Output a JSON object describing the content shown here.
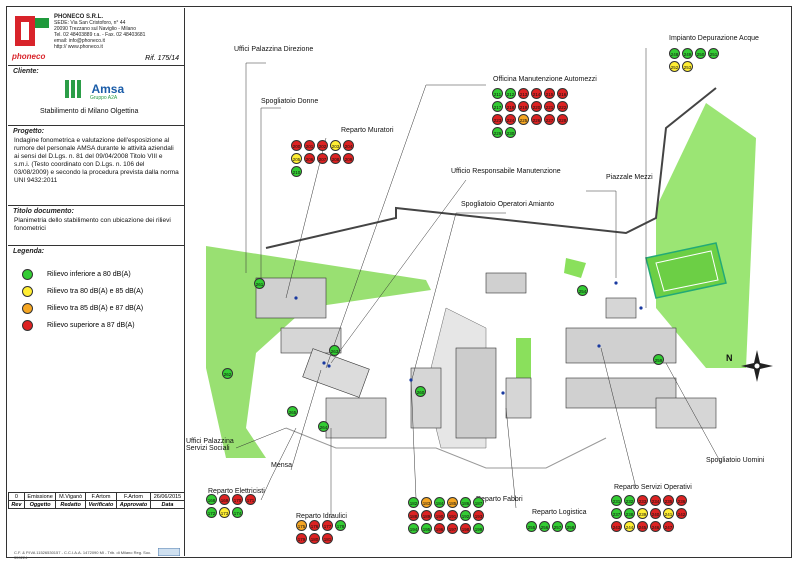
{
  "company": {
    "name": "PHONECO S.R.L.",
    "lines": [
      "SEDE: Via San Cristoforo, n° 44",
      "20090 Trezzano sul Naviglio - Milano",
      "Tel. 02 48403889 r.a. - Fax. 02 48403681",
      "email: info@phoneco.it",
      "http:// www.phoneco.it"
    ],
    "logo_text": "phoneco",
    "rif": "Rif. 175/14"
  },
  "cliente": {
    "caption": "Cliente:",
    "logo": "Amsa",
    "logo_sub": "Gruppo A2A",
    "site": "Stabilimento di Milano Olgettina"
  },
  "progetto": {
    "caption": "Progetto:",
    "text": "Indagine fonometrica e valutazione dell'esposizione al rumore del personale AMSA durante le attività aziendali ai sensi del D.Lgs. n. 81 del 09/04/2008 Titolo VIII e s.m.i. (Testo coordinato con D.Lgs. n. 106 del 03/08/2009) e secondo la procedura prevista dalla norma UNI 9432:2011"
  },
  "titolo": {
    "caption": "Titolo documento:",
    "text": "Planimetria dello stabilimento con ubicazione dei rilievi fonometrici"
  },
  "legenda": {
    "caption": "Legenda:",
    "items": [
      {
        "label": "Rilievo inferiore a 80 dB(A)",
        "color": "#33cc33"
      },
      {
        "label": "Rilievo tra 80 dB(A) e 85 dB(A)",
        "color": "#ffee33"
      },
      {
        "label": "Rilievo tra 85 dB(A) e 87 dB(A)",
        "color": "#f5a623"
      },
      {
        "label": "Rilievo superiore a 87 dB(A)",
        "color": "#dd2222"
      }
    ]
  },
  "revisions": {
    "row": [
      "0",
      "Emissione",
      "M.Viganò",
      "F.Artom",
      "F.Artom",
      "26/06/2015"
    ],
    "headers": [
      "Rev",
      "Oggetto",
      "Redatto",
      "Verificato",
      "Approvato",
      "Data"
    ]
  },
  "footer": "C.F. & P.IVA 11526530157 - C.C.I.A.A. 1472090 MI - Trib. di Milano Reg. Soc. 359224",
  "north": "N",
  "areas": [
    {
      "id": "uffici-palazzina-direzione",
      "label": "Uffici Palazzina Direzione",
      "markers": []
    },
    {
      "id": "spogliatoio-donne",
      "label": "Spogliatoio Donne",
      "markers": []
    },
    {
      "id": "officina",
      "label": "Officina Manutenzione Automezzi",
      "markers": [
        {
          "n": "211",
          "c": "g"
        },
        {
          "n": "212",
          "c": "g"
        },
        {
          "n": "213",
          "c": "r"
        },
        {
          "n": "214",
          "c": "r"
        },
        {
          "n": "215",
          "c": "r"
        },
        {
          "n": "216",
          "c": "r"
        },
        {
          "n": "217",
          "c": "g"
        },
        {
          "n": "218",
          "c": "r"
        },
        {
          "n": "219",
          "c": "r"
        },
        {
          "n": "220",
          "c": "r"
        },
        {
          "n": "221",
          "c": "r"
        },
        {
          "n": "222",
          "c": "r"
        },
        {
          "n": "223",
          "c": "r"
        },
        {
          "n": "224",
          "c": "r"
        },
        {
          "n": "225",
          "c": "o"
        },
        {
          "n": "226",
          "c": "r"
        },
        {
          "n": "227",
          "c": "r"
        },
        {
          "n": "228",
          "c": "r"
        },
        {
          "n": "229",
          "c": "g"
        },
        {
          "n": "230",
          "c": "g"
        }
      ]
    },
    {
      "id": "impianto-depurazione",
      "label": "Impianto Depurazione Acque",
      "markers": [
        {
          "n": "248",
          "c": "g"
        },
        {
          "n": "249",
          "c": "g"
        },
        {
          "n": "250",
          "c": "g"
        },
        {
          "n": "251",
          "c": "g"
        },
        {
          "n": "252",
          "c": "y"
        },
        {
          "n": "253",
          "c": "y"
        }
      ]
    },
    {
      "id": "reparto-muratori",
      "label": "Reparto Muratori",
      "markers": [
        {
          "n": "200",
          "c": "r"
        },
        {
          "n": "201",
          "c": "r"
        },
        {
          "n": "202",
          "c": "r"
        },
        {
          "n": "203",
          "c": "y"
        },
        {
          "n": "204",
          "c": "r"
        },
        {
          "n": "205",
          "c": "y"
        },
        {
          "n": "206",
          "c": "r"
        },
        {
          "n": "207",
          "c": "r"
        },
        {
          "n": "208",
          "c": "r"
        },
        {
          "n": "209",
          "c": "r"
        },
        {
          "n": "210",
          "c": "g"
        }
      ]
    },
    {
      "id": "ufficio-resp-man",
      "label": "Ufficio Responsabile Manutenzione",
      "markers": []
    },
    {
      "id": "piazzale-mezzi",
      "label": "Piazzale Mezzi",
      "markers": []
    },
    {
      "id": "spogliatoio-operatori",
      "label": "Spogliatoio Operatori Amianto",
      "markers": []
    },
    {
      "id": "uffici-servizi",
      "label": "Uffici Palazzina Servizi Sociali",
      "markers": []
    },
    {
      "id": "mensa",
      "label": "Mensa",
      "markers": []
    },
    {
      "id": "spogliatoio-uomini",
      "label": "Spogliatoio Uomini",
      "markers": []
    },
    {
      "id": "reparto-elettricisti",
      "label": "Reparto Elettricisti",
      "markers": [
        {
          "n": "168",
          "c": "g"
        },
        {
          "n": "169",
          "c": "r"
        },
        {
          "n": "170",
          "c": "r"
        },
        {
          "n": "171",
          "c": "r"
        },
        {
          "n": "172",
          "c": "g"
        },
        {
          "n": "173",
          "c": "y"
        },
        {
          "n": "174",
          "c": "g"
        }
      ]
    },
    {
      "id": "reparto-idraulici",
      "label": "Reparto Idraulici",
      "markers": [
        {
          "n": "175",
          "c": "o"
        },
        {
          "n": "176",
          "c": "r"
        },
        {
          "n": "177",
          "c": "r"
        },
        {
          "n": "178",
          "c": "g"
        },
        {
          "n": "179",
          "c": "r"
        },
        {
          "n": "180",
          "c": "r"
        },
        {
          "n": "181",
          "c": "r"
        }
      ]
    },
    {
      "id": "reparto-fabbri",
      "label": "Reparto Fabbri",
      "markers": [
        {
          "n": "182",
          "c": "g"
        },
        {
          "n": "183",
          "c": "o"
        },
        {
          "n": "184",
          "c": "g"
        },
        {
          "n": "185",
          "c": "o"
        },
        {
          "n": "186",
          "c": "g"
        },
        {
          "n": "187",
          "c": "g"
        },
        {
          "n": "188",
          "c": "r"
        },
        {
          "n": "189",
          "c": "r"
        },
        {
          "n": "190",
          "c": "r"
        },
        {
          "n": "191",
          "c": "r"
        },
        {
          "n": "192",
          "c": "g"
        },
        {
          "n": "193",
          "c": "r"
        },
        {
          "n": "194",
          "c": "g"
        },
        {
          "n": "195",
          "c": "g"
        },
        {
          "n": "196",
          "c": "r"
        },
        {
          "n": "197",
          "c": "r"
        },
        {
          "n": "198",
          "c": "r"
        },
        {
          "n": "199",
          "c": "g"
        }
      ]
    },
    {
      "id": "reparto-logistica",
      "label": "Reparto Logistica",
      "markers": [
        {
          "n": "255",
          "c": "g"
        },
        {
          "n": "256",
          "c": "g"
        },
        {
          "n": "257",
          "c": "g"
        },
        {
          "n": "258",
          "c": "g"
        }
      ]
    },
    {
      "id": "reparto-servizi-operativi",
      "label": "Reparto Servizi Operativi",
      "markers": [
        {
          "n": "231",
          "c": "g"
        },
        {
          "n": "232",
          "c": "g"
        },
        {
          "n": "233",
          "c": "r"
        },
        {
          "n": "234",
          "c": "r"
        },
        {
          "n": "235",
          "c": "r"
        },
        {
          "n": "236",
          "c": "r"
        },
        {
          "n": "237",
          "c": "g"
        },
        {
          "n": "238",
          "c": "g"
        },
        {
          "n": "239",
          "c": "y"
        },
        {
          "n": "240",
          "c": "r"
        },
        {
          "n": "241",
          "c": "y"
        },
        {
          "n": "242",
          "c": "r"
        },
        {
          "n": "243",
          "c": "r"
        },
        {
          "n": "244",
          "c": "y"
        },
        {
          "n": "245",
          "c": "r"
        },
        {
          "n": "246",
          "c": "r"
        },
        {
          "n": "247",
          "c": "r"
        }
      ]
    }
  ],
  "plan_markers": [
    {
      "n": "261",
      "c": "g"
    },
    {
      "n": "262",
      "c": "g"
    },
    {
      "n": "263",
      "c": "g"
    },
    {
      "n": "264",
      "c": "g"
    },
    {
      "n": "265",
      "c": "g"
    },
    {
      "n": "259",
      "c": "g"
    },
    {
      "n": "260",
      "c": "g"
    },
    {
      "n": "254",
      "c": "g"
    }
  ]
}
